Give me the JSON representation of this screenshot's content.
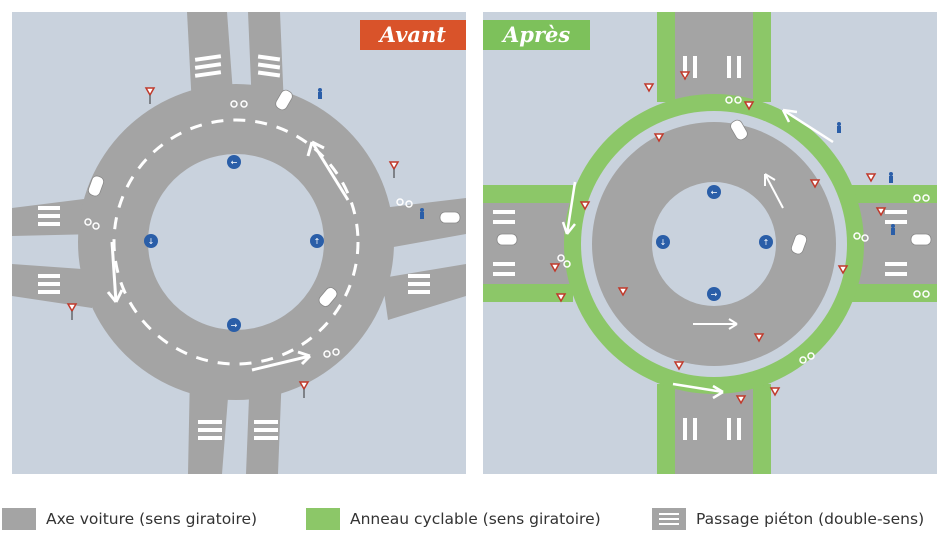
{
  "panels": {
    "before": {
      "badge": "Avant"
    },
    "after": {
      "badge": "Après"
    }
  },
  "legend": [
    {
      "label": "Axe voiture (sens giratoire)",
      "color": "#a4a4a4",
      "icon": "gray-swatch"
    },
    {
      "label": "Anneau cyclable (sens giratoire)",
      "color": "#8cc768",
      "icon": "green-swatch"
    },
    {
      "label": "Passage piéton (double-sens)",
      "color": "#a4a4a4",
      "icon": "crosswalk-swatch"
    }
  ],
  "colors": {
    "background": "#c9d2dd",
    "road": "#a4a4a4",
    "cycle": "#8cc768",
    "sign": "#2a5ea8",
    "badge_before": "#d9532a",
    "badge_after": "#7dc15b"
  }
}
